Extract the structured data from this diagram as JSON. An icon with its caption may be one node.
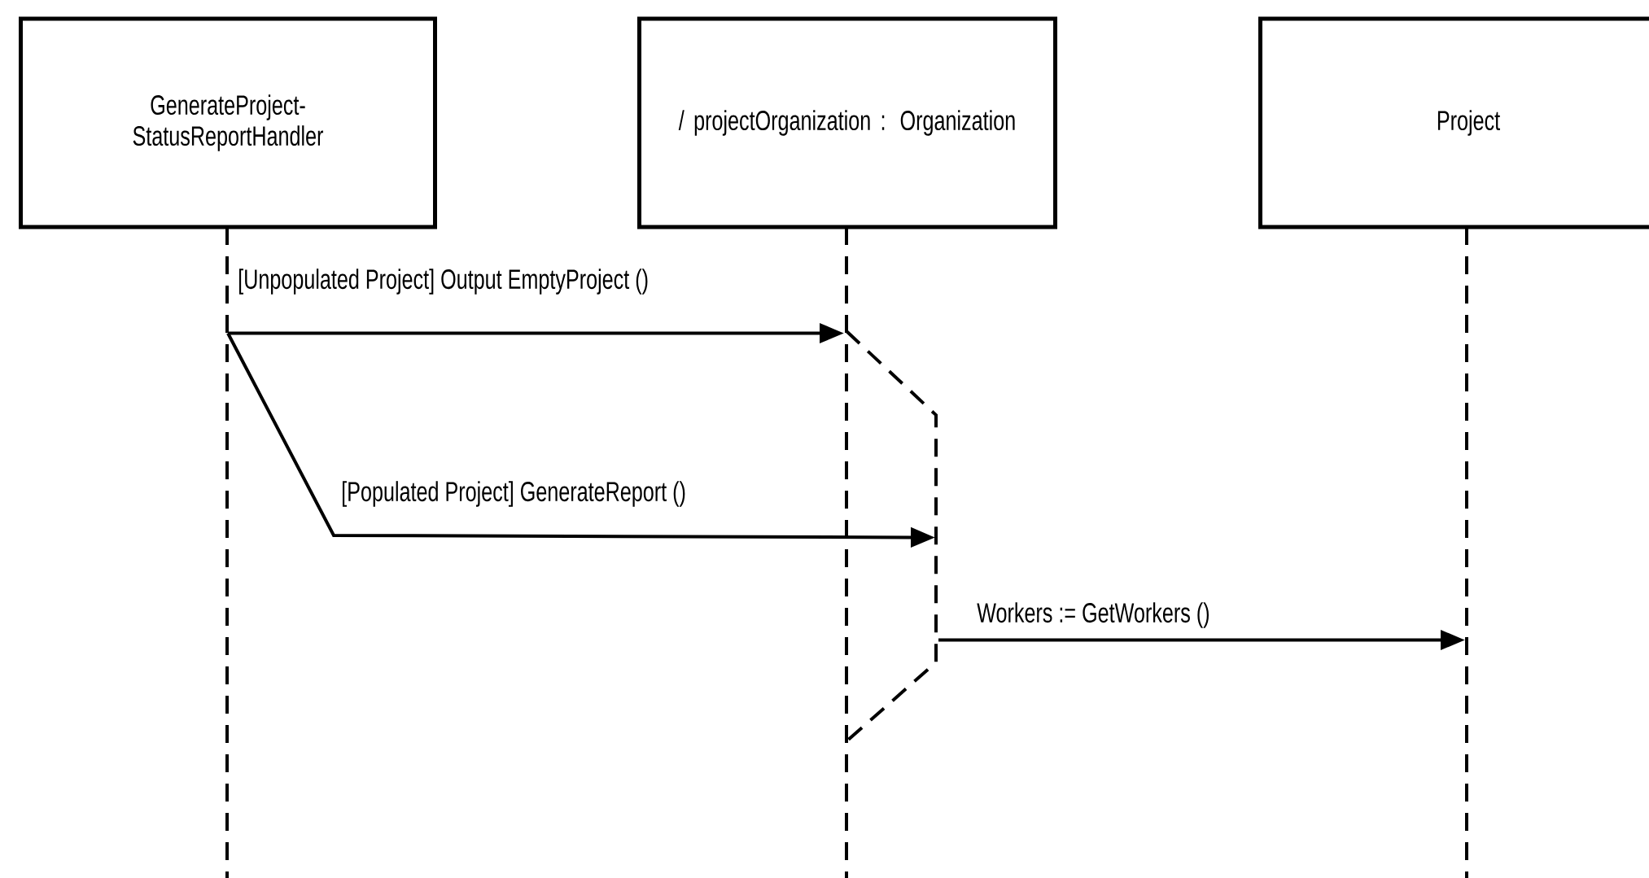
{
  "diagram": {
    "nodes": [
      {
        "text": [
          "GenerateProject- StatusReportHandler"
        ]
      },
      {
        "text": [
          "/ projectOrganization : Organization"
        ]
      },
      {
        "text": [
          "Project"
        ]
      }
    ],
    "edges": [
      {
        "from": 0,
        "to": 1,
        "arrow": "to",
        "label": "[Unpopulated Project] Output EmptyProject ()"
      },
      {
        "from": 0,
        "to": 1,
        "arrow": "to",
        "label": "[Populated Project] GenerateReport ()"
      },
      {
        "from": 1,
        "to": 2,
        "arrow": "to",
        "label": "Workers := GetWorkers ()"
      }
    ]
  }
}
